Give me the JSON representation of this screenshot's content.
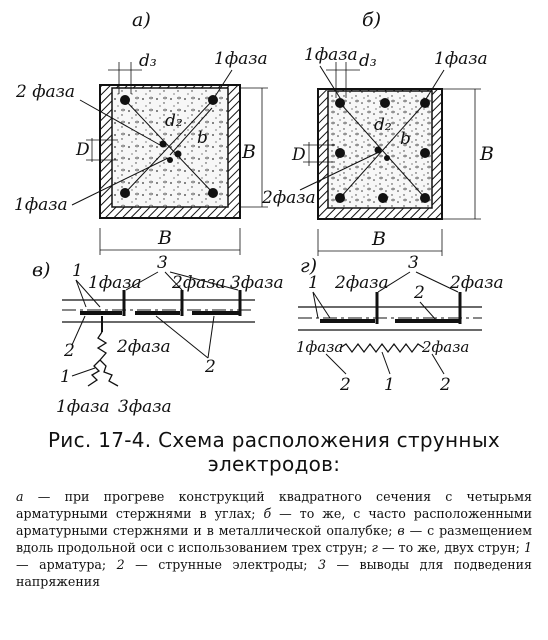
{
  "figure": {
    "panel_a": {
      "letter": "а)",
      "d3": "d₃",
      "d2": "d₂",
      "D": "D",
      "b": "b",
      "B_side": "В",
      "B_bottom": "В",
      "phase_top_right": "1фаза",
      "phase_left": "2 фаза",
      "phase_bottom_left": "1фаза"
    },
    "panel_b": {
      "letter": "б)",
      "d3": "d₃",
      "d2": "d₂",
      "D": "D",
      "b": "b",
      "B_side": "В",
      "B_bottom": "В",
      "phase_top_left": "1фаза",
      "phase_top_right": "1фаза",
      "phase_left": "2фаза"
    },
    "panel_v": {
      "letter": "в)",
      "num1_top": "1",
      "num3": "3",
      "phase_1": "1фаза",
      "phase_2": "2фаза",
      "phase_3": "3фаза",
      "num2_left": "2",
      "phase_2_mid": "2фаза",
      "num2_right": "2",
      "num1_bottom": "1",
      "phase_1_bottom": "1фаза",
      "phase_3_bottom": "3фаза"
    },
    "panel_g": {
      "letter": "г)",
      "num1": "1",
      "num3": "3",
      "phase_2_top": "2фаза",
      "phase_2_top_right": "2фаза",
      "num2_mid": "2",
      "phase_1_low": "1фаза",
      "phase_2_low": "2фаза",
      "num2_left": "2",
      "num1_bottom": "1",
      "num2_right": "2"
    }
  },
  "caption": {
    "title_line1": "Рис. 17-4. Схема расположения струнных",
    "title_line2": "электродов:",
    "legend": [
      {
        "key": "а",
        "text": " — при прогреве конструкций квадратного сечения с четырьмя арматурными стержнями в углах; "
      },
      {
        "key": "б",
        "text": " — то же, с часто расположенными арматурными стержнями и в металлической опалубке; "
      },
      {
        "key": "в",
        "text": " — с размещением вдоль продольной оси с использованием трех струн; "
      },
      {
        "key": "г",
        "text": " — то же, двух струн; "
      },
      {
        "key": "1",
        "text": " — арматура; "
      },
      {
        "key": "2",
        "text": " — струнные электроды; "
      },
      {
        "key": "3",
        "text": " — выводы для подведения напряжения"
      }
    ]
  }
}
